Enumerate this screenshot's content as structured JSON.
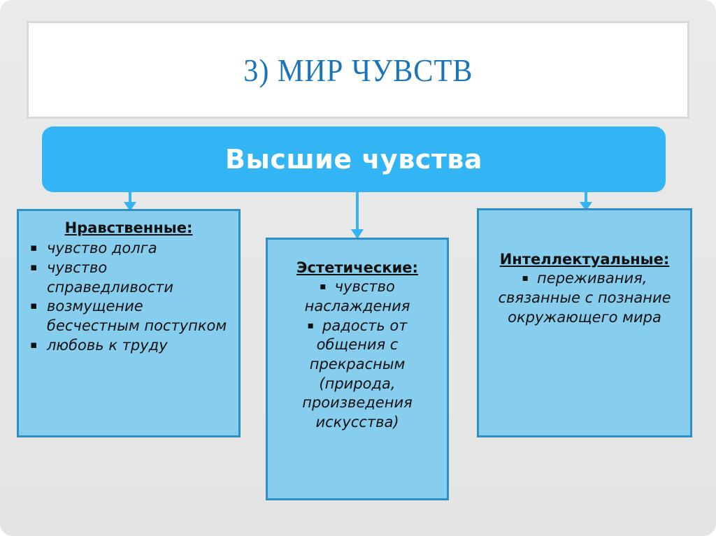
{
  "slide": {
    "title": "3) МИР ЧУВСТВ",
    "banner_label": "Высшие чувства",
    "colors": {
      "background": "#e8e8e8",
      "title_text": "#1a74ba",
      "banner_fill": "#33b4f5",
      "banner_text": "#ffffff",
      "box_fill": "#86cdee",
      "box_border": "#2f8ec4",
      "arrow": "#33b4f5",
      "body_text": "#111111"
    },
    "bullet_glyph": "▪",
    "categories": [
      {
        "id": "moral",
        "heading": "Нравственные:",
        "items": [
          "чувство долга",
          "чувство справедливости",
          "возмущение бесчестным поступком",
          "любовь к труду"
        ]
      },
      {
        "id": "aesthetic",
        "heading": "Эстетические:",
        "items": [
          "чувство наслаждения",
          "радость от общения с прекрасным (природа, произведения искусства)"
        ]
      },
      {
        "id": "intellectual",
        "heading": "Интеллектуальные:",
        "items": [
          "переживания, связанные с познание окружающего мира"
        ]
      }
    ]
  }
}
